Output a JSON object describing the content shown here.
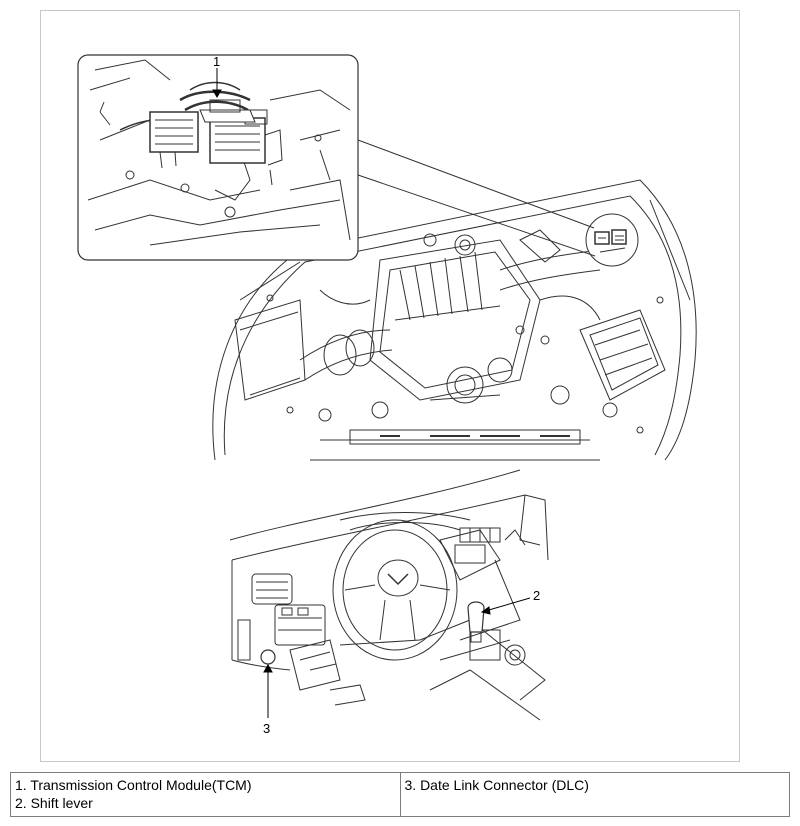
{
  "callouts": {
    "tcm": "1",
    "shift_lever": "2",
    "dlc": "3"
  },
  "legend": {
    "left_items": [
      "1. Transmission Control Module(TCM)",
      "2. Shift lever"
    ],
    "right_items": [
      "3. Date Link Connector (DLC)"
    ]
  }
}
